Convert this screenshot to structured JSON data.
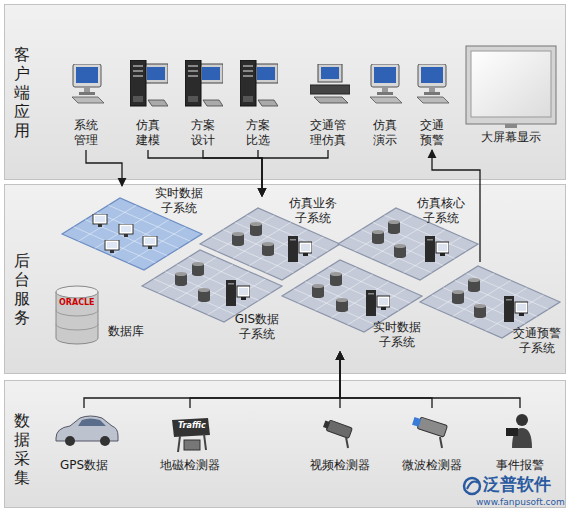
{
  "diagram": {
    "nodes": [
      {
        "text": [
          "客户端应用"
        ]
      },
      {
        "text": [
          "系统管理"
        ],
        "in": 0
      },
      {
        "text": [
          "仿真建模"
        ],
        "in": 0
      },
      {
        "text": [
          "方案设计"
        ],
        "in": 0
      },
      {
        "text": [
          "方案比选"
        ],
        "in": 0
      },
      {
        "text": [
          "交通管理仿真"
        ],
        "in": 0
      },
      {
        "text": [
          "仿真演示"
        ],
        "in": 0
      },
      {
        "text": [
          "交通预警"
        ],
        "in": 0
      },
      {
        "text": [
          "大屏幕显示"
        ],
        "in": 0
      },
      {
        "text": [
          "后台服务"
        ]
      },
      {
        "text": [
          "实时数据子系统"
        ],
        "in": 9
      },
      {
        "text": [
          "仿真业务子系统"
        ],
        "in": 9
      },
      {
        "text": [
          "仿真核心子系统"
        ],
        "in": 9
      },
      {
        "text": [
          "GIS数据子系统"
        ],
        "in": 9
      },
      {
        "text": [
          "实时数据子系统"
        ],
        "in": 9
      },
      {
        "text": [
          "交通预警子系统"
        ],
        "in": 9
      },
      {
        "text": [
          "数据库"
        ],
        "in": 9
      },
      {
        "text": [
          "数据采集"
        ]
      },
      {
        "text": [
          "GPS数据"
        ],
        "in": 17
      },
      {
        "text": [
          "地磁检测器"
        ],
        "in": 17
      },
      {
        "text": [
          "视频检测器"
        ],
        "in": 17
      },
      {
        "text": [
          "微波检测器"
        ],
        "in": 17
      },
      {
        "text": [
          "事件报警"
        ],
        "in": 17
      }
    ],
    "edges": [
      {
        "from": 1,
        "to": 10,
        "arrow": "to"
      },
      {
        "from": 2,
        "to": 11,
        "arrow": "to"
      },
      {
        "from": 3,
        "to": 11,
        "arrow": "to"
      },
      {
        "from": 4,
        "to": 11,
        "arrow": "to"
      },
      {
        "from": 5,
        "to": 11,
        "arrow": "to"
      },
      {
        "from": 15,
        "to": 7,
        "arrow": "to"
      },
      {
        "from": 18,
        "to": 14,
        "arrow": "to"
      },
      {
        "from": 19,
        "to": 14,
        "arrow": "to"
      },
      {
        "from": 20,
        "to": 14,
        "arrow": "to"
      },
      {
        "from": 21,
        "to": 14,
        "arrow": "to"
      },
      {
        "from": 22,
        "to": 14,
        "arrow": "to"
      }
    ],
    "labels": [
      "ORACLE",
      "Traffic",
      "泛普软件",
      "www.fanpusoft.com"
    ]
  }
}
